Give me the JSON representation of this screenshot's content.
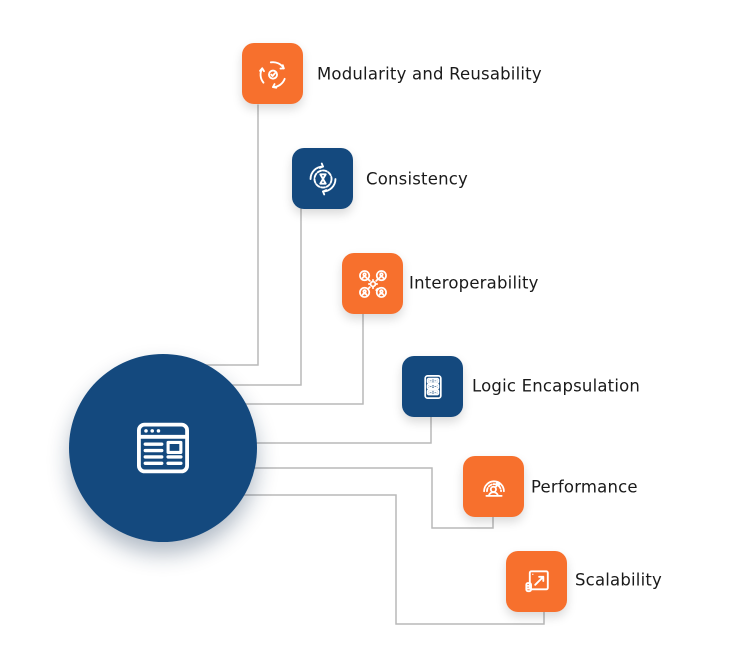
{
  "colors": {
    "orange": "#F7702D",
    "navy": "#14497E",
    "line": "#B9B9B9",
    "label": "#1A1A1A",
    "icon": "#FFFFFF",
    "background": "#FFFFFF"
  },
  "hub": {
    "icon": "browser-window-icon"
  },
  "items": [
    {
      "label": "Modularity and Reusability",
      "color": "orange",
      "icon": "recycle-check-icon"
    },
    {
      "label": "Consistency",
      "color": "navy",
      "icon": "sync-hourglass-icon"
    },
    {
      "label": "Interoperability",
      "color": "orange",
      "icon": "users-network-gear-icon"
    },
    {
      "label": "Logic Encapsulation",
      "color": "navy",
      "icon": "server-rack-icon"
    },
    {
      "label": "Performance",
      "color": "orange",
      "icon": "gauge-person-icon"
    },
    {
      "label": "Scalability",
      "color": "orange",
      "icon": "expand-arrow-icon"
    }
  ]
}
